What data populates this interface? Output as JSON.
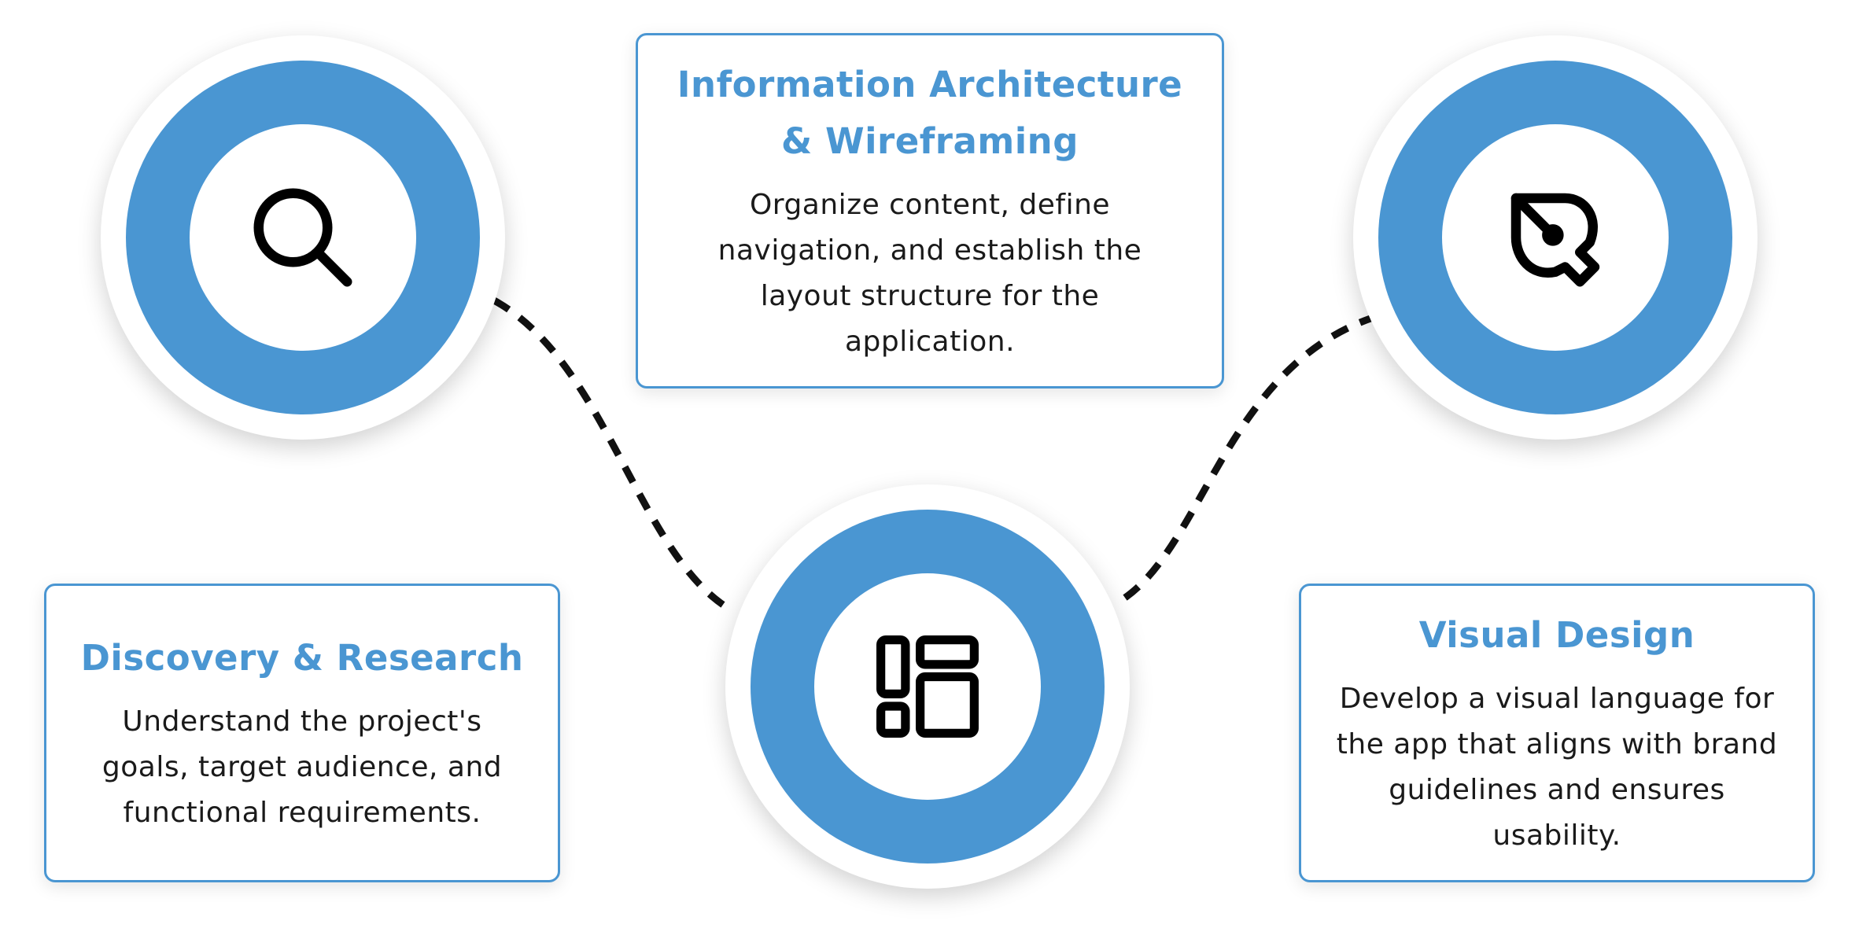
{
  "colors": {
    "accent": "#4a96d2",
    "text": "#1a1a1a",
    "connector": "#111111"
  },
  "steps": [
    {
      "id": "discovery",
      "icon": "search-icon",
      "title": "Discovery & Research",
      "description": "Understand the project's goals, target audience, and functional requirements."
    },
    {
      "id": "information-architecture",
      "icon": "layout-dashboard-icon",
      "title": "Information Architecture & Wireframing",
      "description": "Organize content, define navigation, and establish the layout structure for the application."
    },
    {
      "id": "visual-design",
      "icon": "pen-tool-icon",
      "title": "Visual Design",
      "description": "Develop a visual language for the app that aligns with brand guidelines and ensures usability."
    }
  ]
}
